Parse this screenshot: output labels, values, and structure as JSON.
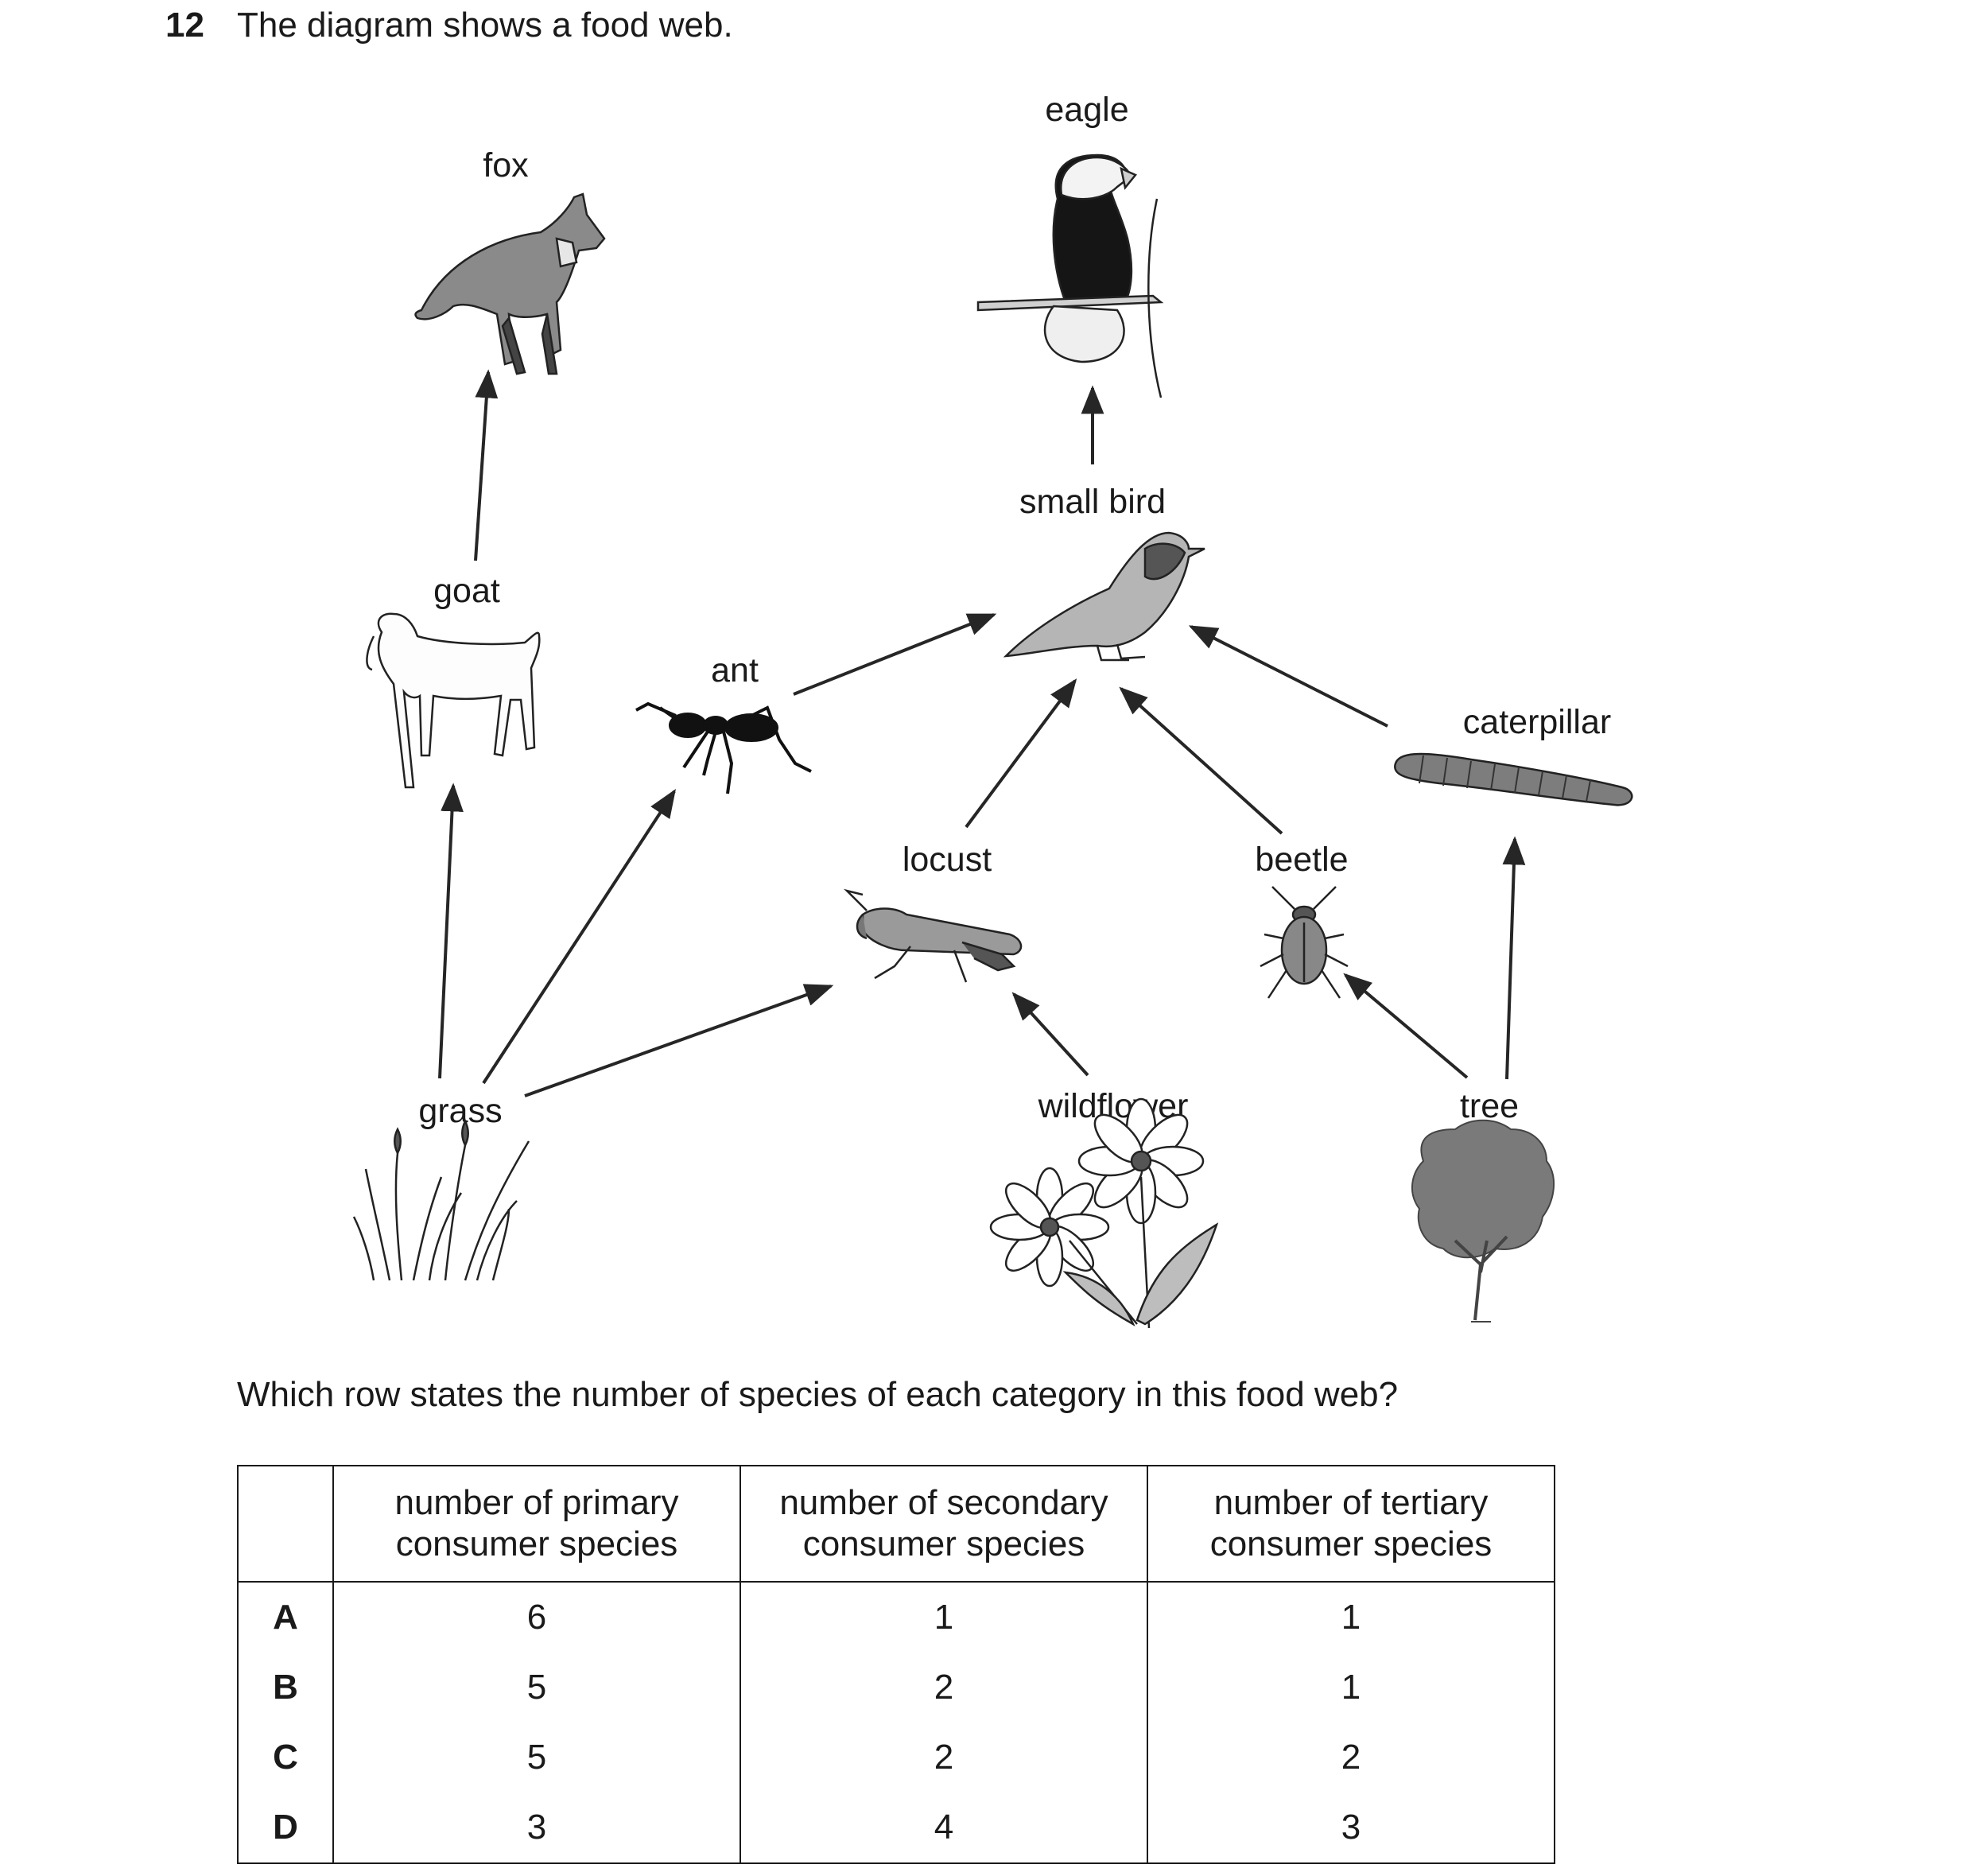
{
  "question": {
    "number": "12",
    "intro": "The diagram shows a food web.",
    "prompt": "Which row states the number of species of each category in this food web?"
  },
  "food_web": {
    "organisms": {
      "fox": "fox",
      "eagle": "eagle",
      "small_bird": "small bird",
      "goat": "goat",
      "ant": "ant",
      "caterpillar": "caterpillar",
      "locust": "locust",
      "beetle": "beetle",
      "grass": "grass",
      "wildflower": "wildflower",
      "tree": "tree"
    },
    "links": [
      {
        "from": "grass",
        "to": "goat"
      },
      {
        "from": "grass",
        "to": "ant"
      },
      {
        "from": "grass",
        "to": "locust"
      },
      {
        "from": "goat",
        "to": "fox"
      },
      {
        "from": "ant",
        "to": "small bird"
      },
      {
        "from": "locust",
        "to": "small bird"
      },
      {
        "from": "beetle",
        "to": "small bird"
      },
      {
        "from": "caterpillar",
        "to": "small bird"
      },
      {
        "from": "small bird",
        "to": "eagle"
      },
      {
        "from": "wildflower",
        "to": "locust"
      },
      {
        "from": "tree",
        "to": "beetle"
      },
      {
        "from": "tree",
        "to": "caterpillar"
      }
    ]
  },
  "table": {
    "headers": {
      "primary_1": "number of primary",
      "primary_2": "consumer species",
      "secondary_1": "number of secondary",
      "secondary_2": "consumer species",
      "tertiary_1": "number of tertiary",
      "tertiary_2": "consumer species"
    },
    "rows": [
      {
        "letter": "A",
        "primary": "6",
        "secondary": "1",
        "tertiary": "1"
      },
      {
        "letter": "B",
        "primary": "5",
        "secondary": "2",
        "tertiary": "1"
      },
      {
        "letter": "C",
        "primary": "5",
        "secondary": "2",
        "tertiary": "2"
      },
      {
        "letter": "D",
        "primary": "3",
        "secondary": "4",
        "tertiary": "3"
      }
    ]
  }
}
